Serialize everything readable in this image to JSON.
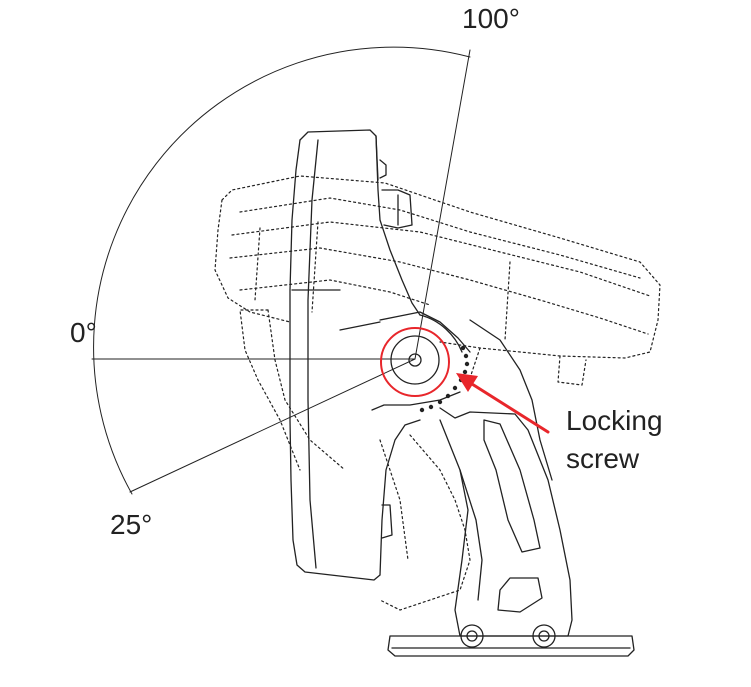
{
  "labels": {
    "angle_max": "100°",
    "angle_zero": "0°",
    "angle_min": "25°",
    "callout_line1": "Locking",
    "callout_line2": "screw"
  },
  "colors": {
    "line": "#222222",
    "highlight": "#e8262b",
    "background": "#ffffff"
  }
}
